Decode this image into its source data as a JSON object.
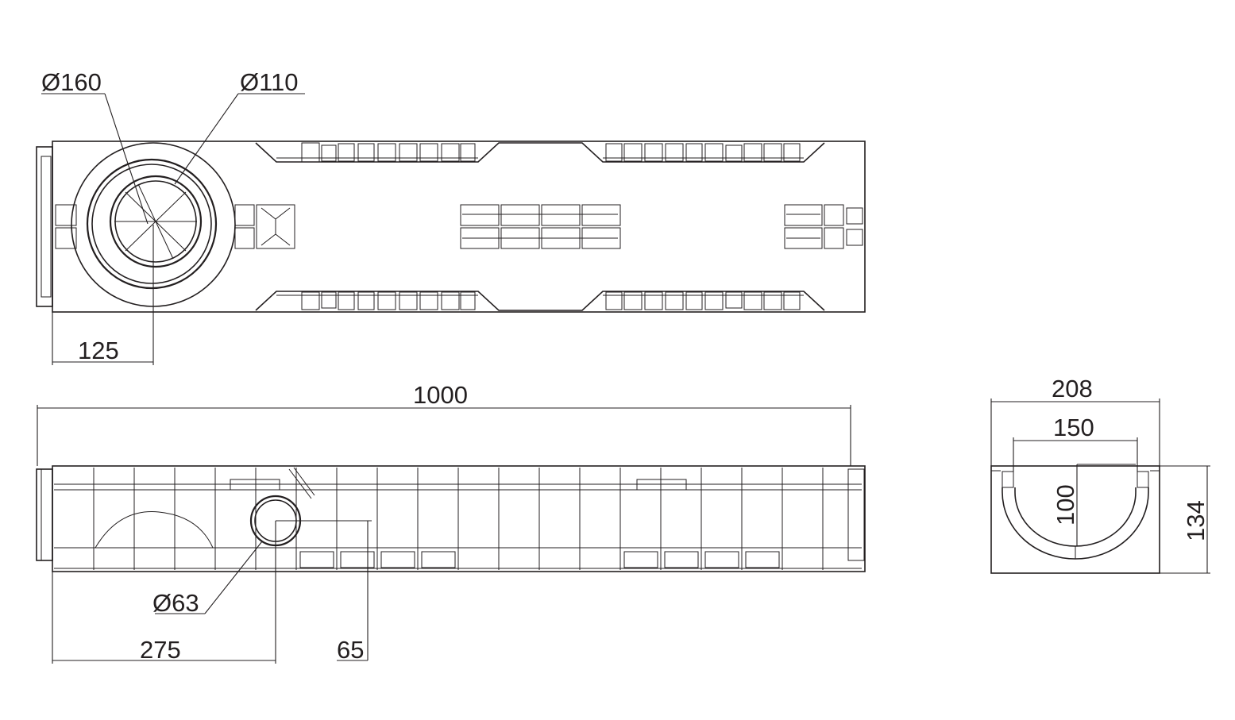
{
  "labels": {
    "dia_160": "Ø160",
    "dia_110": "Ø110",
    "dim_125": "125",
    "dim_1000": "1000",
    "dia_63": "Ø63",
    "dim_275": "275",
    "dim_65": "65",
    "dim_208": "208",
    "dim_150": "150",
    "dim_100": "100",
    "dim_134": "134"
  },
  "colors": {
    "line": "#231f20",
    "background": "#ffffff"
  }
}
